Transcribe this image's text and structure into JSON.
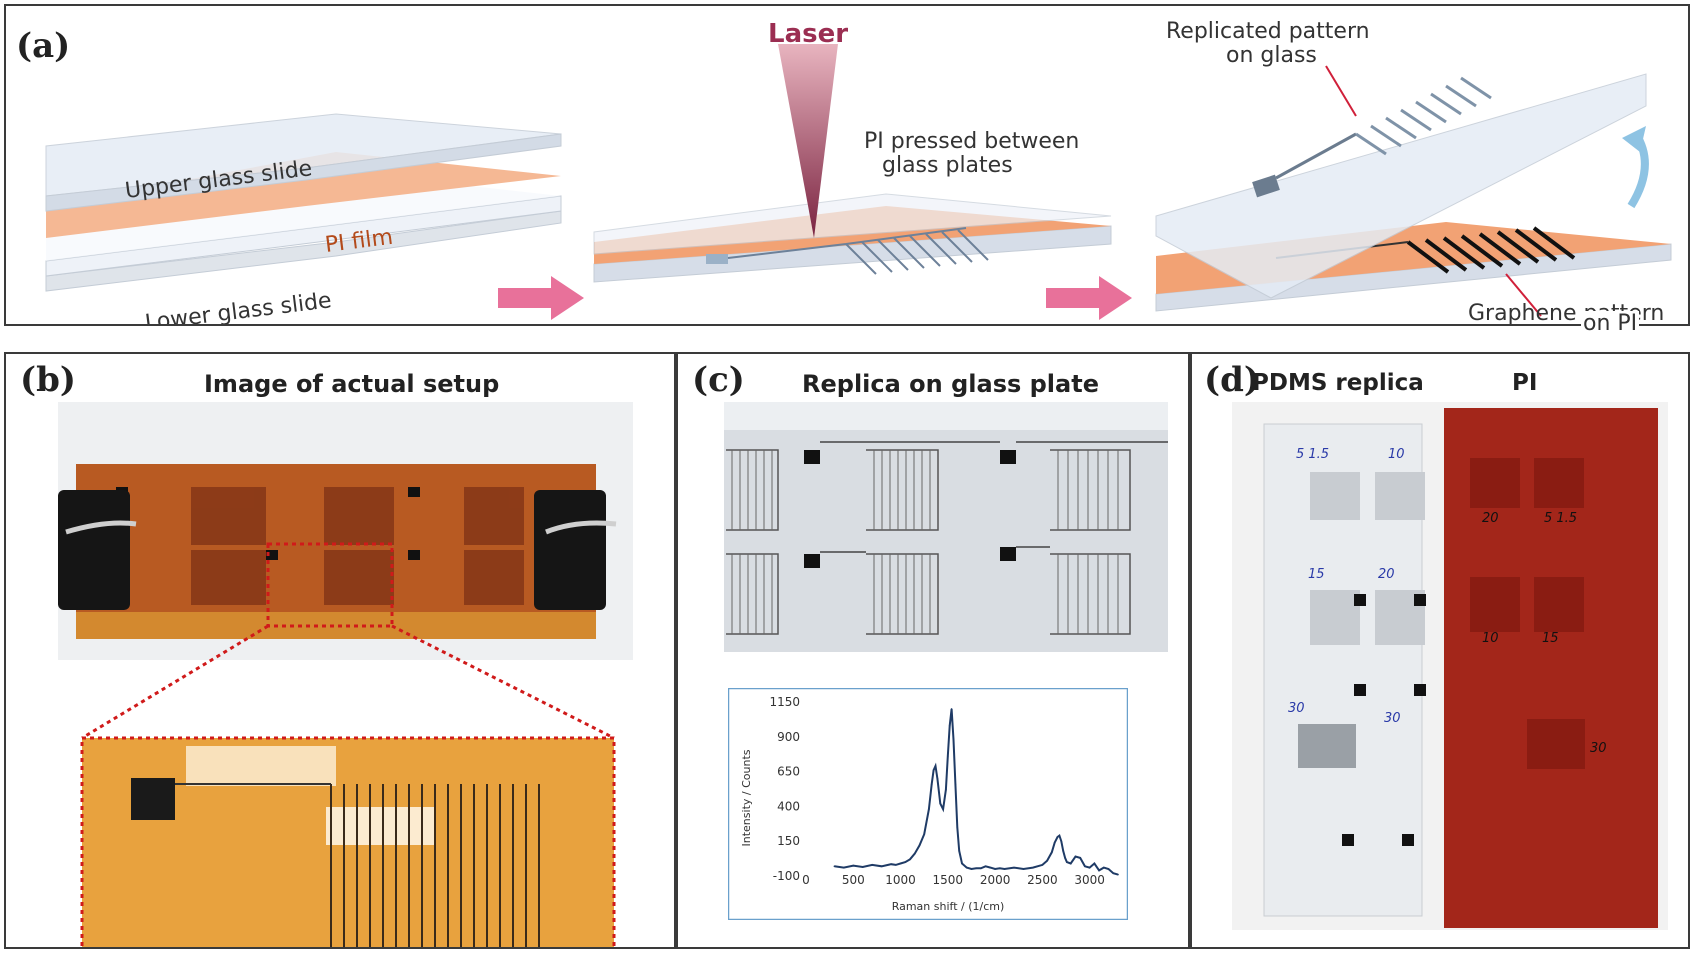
{
  "panel_a": {
    "label": "(a)",
    "laser": "Laser",
    "upper_glass": "Upper glass slide",
    "pi_film": "PI film",
    "lower_glass": "Lower glass slide",
    "pi_pressed_1": "PI pressed between",
    "pi_pressed_2": "glass plates",
    "replicated_1": "Replicated pattern",
    "replicated_2": "on glass",
    "graphene_1": "Graphene pattern",
    "graphene_2": "on PI"
  },
  "panel_b": {
    "label": "(b)",
    "title": "Image of actual setup"
  },
  "panel_c": {
    "label": "(c)",
    "title": "Replica on glass plate"
  },
  "panel_d": {
    "label": "(d)",
    "pdms": "PDMS replica",
    "pi": "PI",
    "hand": [
      "5 1.5",
      "10",
      "15",
      "20",
      "30",
      "30",
      "20",
      "5 1.5",
      "10",
      "15",
      "30"
    ]
  },
  "chart_data": {
    "type": "line",
    "xlabel": "Raman shift / (1/cm)",
    "ylabel": "Intensity / Counts",
    "xlim": [
      0,
      3300
    ],
    "ylim": [
      -100,
      1150
    ],
    "xticks": [
      "0",
      "500",
      "1000",
      "1500",
      "2000",
      "2500",
      "3000"
    ],
    "yticks": [
      "1150",
      "900",
      "650",
      "400",
      "150",
      "-100"
    ],
    "series": [
      {
        "x": [
          300,
          400,
          500,
          600,
          700,
          800,
          900,
          950,
          1000,
          1050,
          1100,
          1150,
          1200,
          1250,
          1300,
          1330,
          1350,
          1370,
          1390,
          1420,
          1450,
          1480,
          1500,
          1520,
          1540,
          1560,
          1580,
          1600,
          1620,
          1650,
          1700,
          1750,
          1800,
          1850,
          1900,
          1950,
          2000,
          2050,
          2100,
          2200,
          2300,
          2400,
          2500,
          2550,
          2600,
          2630,
          2660,
          2680,
          2700,
          2720,
          2740,
          2760,
          2800,
          2850,
          2900,
          2950,
          3000,
          3050,
          3100,
          3150,
          3200,
          3250,
          3300
        ],
        "y": [
          -30,
          -40,
          -25,
          -35,
          -20,
          -30,
          -15,
          -20,
          -10,
          0,
          20,
          60,
          120,
          200,
          380,
          560,
          660,
          690,
          600,
          420,
          380,
          520,
          760,
          980,
          1100,
          880,
          560,
          250,
          80,
          -10,
          -40,
          -50,
          -45,
          -45,
          -30,
          -40,
          -50,
          -45,
          -50,
          -40,
          -50,
          -40,
          -20,
          10,
          70,
          140,
          180,
          190,
          150,
          80,
          30,
          0,
          -10,
          40,
          30,
          -30,
          -40,
          -10,
          -60,
          -40,
          -50,
          -80,
          -90
        ]
      }
    ]
  }
}
